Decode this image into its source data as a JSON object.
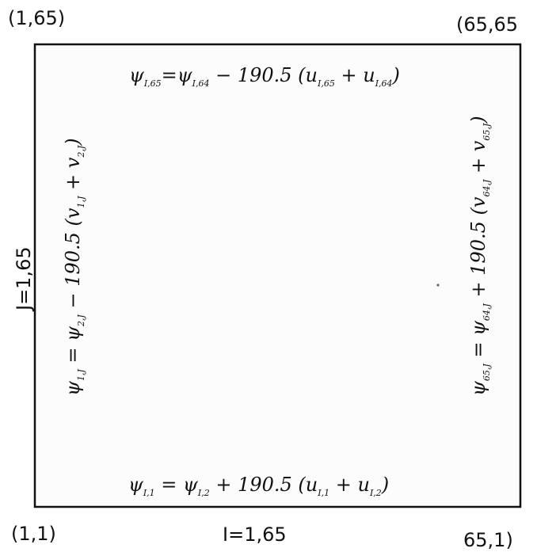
{
  "corners": {
    "top_left": "(1,65)",
    "top_right": "(65,65",
    "bottom_left": "(1,1)",
    "bottom_right": "65,1)"
  },
  "axes": {
    "horizontal": "I=1,65",
    "vertical": "J=1,65"
  },
  "equations": {
    "top": {
      "lhs": "ψ",
      "lhs_sub": "I,65",
      "eq": "=",
      "t1": "ψ",
      "t1_sub": "I,64",
      "op": " − 190.5 (",
      "v1": "u",
      "v1_sub": "I,65",
      "plus": " + ",
      "v2": "u",
      "v2_sub": "I,64",
      "close": ")"
    },
    "bottom": {
      "lhs": "ψ",
      "lhs_sub": "I,1",
      "eq": " = ",
      "t1": "ψ",
      "t1_sub": "I,2",
      "op": " + 190.5 (",
      "v1": "u",
      "v1_sub": "I,1",
      "plus": " + ",
      "v2": "u",
      "v2_sub": "I,2",
      "close": ")"
    },
    "left": {
      "lhs": "ψ",
      "lhs_sub": "1,J",
      "eq": " = ",
      "t1": "ψ",
      "t1_sub": "2,J",
      "op": " − 190.5 (",
      "v1": "v",
      "v1_sub": "1,J",
      "plus": " + ",
      "v2": "v",
      "v2_sub": "2,J",
      "close": ")"
    },
    "right": {
      "lhs": "ψ",
      "lhs_sub": "65,J",
      "eq": " = ",
      "t1": "ψ",
      "t1_sub": "64,J",
      "op": " + 190.5 (",
      "v1": "v",
      "v1_sub": "64,J",
      "plus": " + ",
      "v2": "v",
      "v2_sub": "65,J",
      "close": ")"
    }
  }
}
